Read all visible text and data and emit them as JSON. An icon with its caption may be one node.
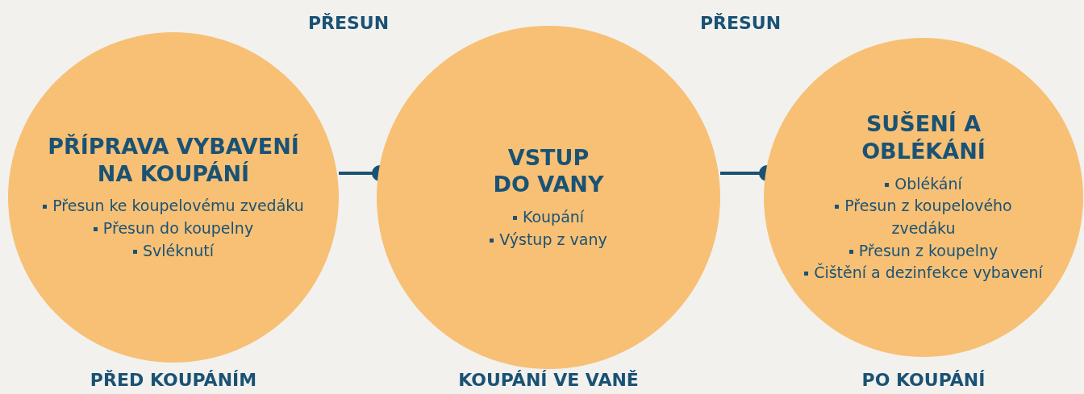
{
  "diagram": {
    "nodes": [
      {
        "text": [
          "PŘÍPRAVA VYBAVENÍ NA KOUPÁNÍ",
          "Přesun ke koupelovému zvedáku",
          "Přesun do koupelny",
          "Svléknutí"
        ],
        "beside": [
          "PŘED KOUPÁNÍM"
        ]
      },
      {
        "text": [
          "VSTUP DO VANY",
          "Koupání",
          "Výstup z vany"
        ],
        "beside": [
          "KOUPÁNÍ VE VANĚ"
        ]
      },
      {
        "text": [
          "SUŠENÍ A OBLÉKÁNÍ",
          "Oblékání",
          "Přesun z koupelového zvedáku",
          "Přesun z koupelny",
          "Čištění a dezinfekce vybavení"
        ],
        "beside": [
          "PO KOUPÁNÍ"
        ]
      }
    ],
    "edges": [
      {
        "from": 0,
        "to": 1,
        "arrow": "other"
      },
      {
        "from": 1,
        "to": 2,
        "arrow": "other"
      }
    ],
    "labels": [
      "PŘESUN",
      "PŘESUN"
    ]
  }
}
